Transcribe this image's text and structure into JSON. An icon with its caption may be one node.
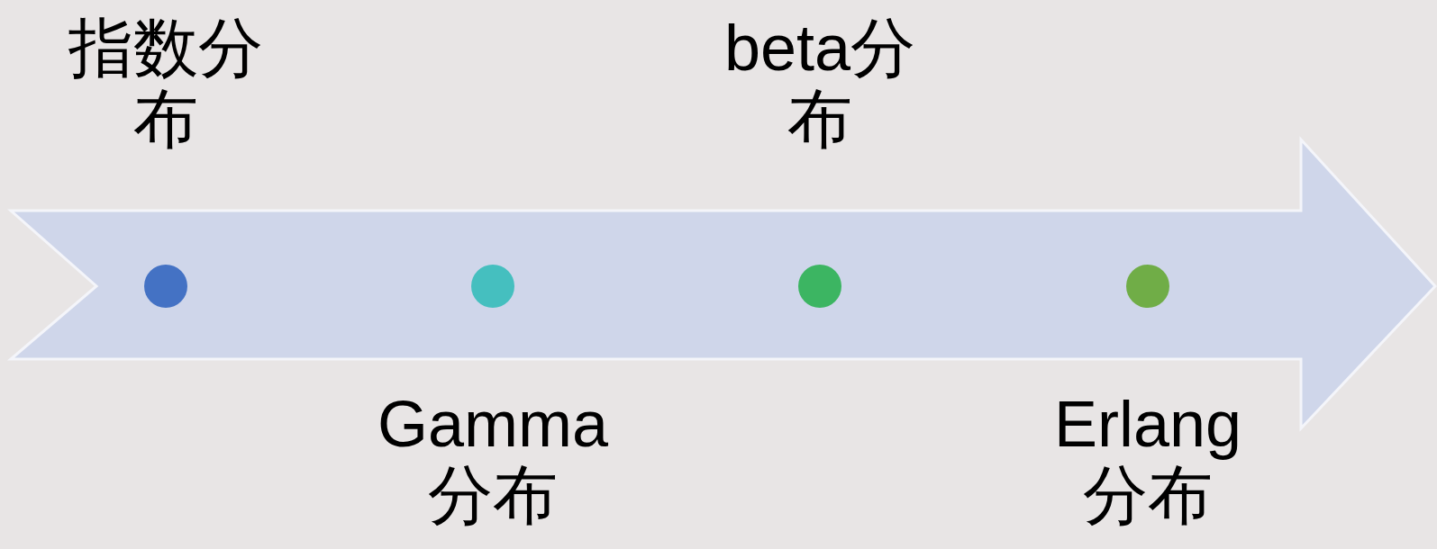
{
  "diagram": {
    "nodes": [
      {
        "text": [],
        "shape": "circle",
        "beside": [
          "指数分布"
        ]
      },
      {
        "text": [],
        "shape": "circle",
        "beside": [
          "Gamma分布"
        ]
      },
      {
        "text": [],
        "shape": "circle",
        "beside": [
          "beta分布"
        ]
      },
      {
        "text": [],
        "shape": "circle",
        "beside": [
          "Erlang分布"
        ]
      }
    ]
  }
}
